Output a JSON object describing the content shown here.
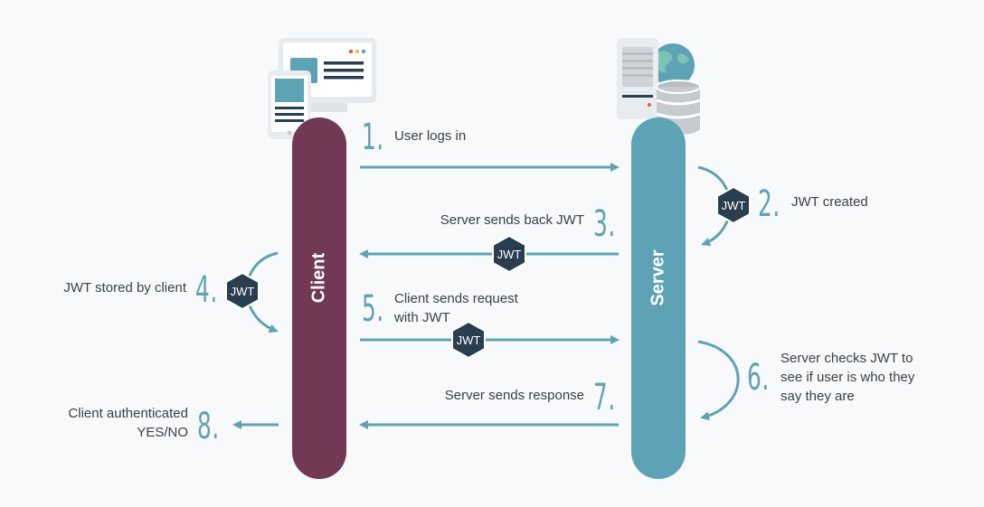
{
  "diagram": {
    "client_label": "Client",
    "server_label": "Server",
    "token_badge": "JWT",
    "steps": [
      {
        "number": "1.",
        "text": "User logs in"
      },
      {
        "number": "2.",
        "text": "JWT created"
      },
      {
        "number": "3.",
        "text": "Server sends back JWT"
      },
      {
        "number": "4.",
        "text": "JWT stored by client"
      },
      {
        "number": "5.",
        "text": "Client sends request with JWT"
      },
      {
        "number": "6.",
        "text": "Server checks JWT to see if user is who they say they are"
      },
      {
        "number": "7.",
        "text": "Server sends response"
      },
      {
        "number": "8.",
        "text": "Client authenticated YES/NO"
      }
    ]
  },
  "colors": {
    "client_lane": "#723955",
    "server_lane": "#5ea3b5",
    "arrow": "#5fa3b4",
    "badge": "#2b3e4f",
    "text": "#3a4148"
  }
}
